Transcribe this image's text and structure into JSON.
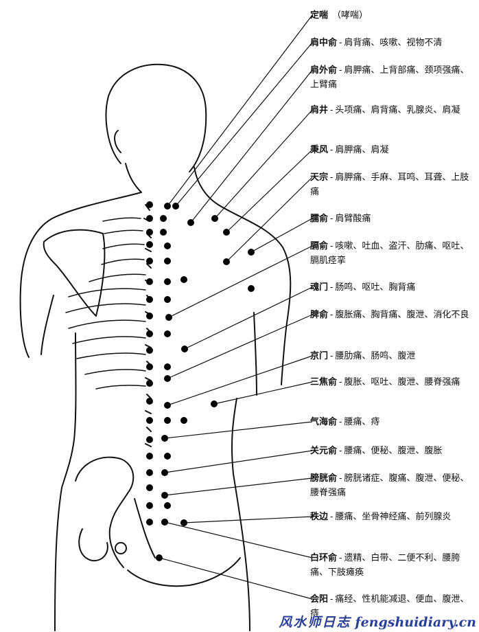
{
  "acupoints": [
    {
      "name": "定喘",
      "desc": "（哮喘）",
      "sep": ""
    },
    {
      "name": "肩中俞",
      "desc": "肩背痛、咳嗽、视物不清",
      "sep": "-"
    },
    {
      "name": "肩外俞",
      "desc": "肩胛痛、上背部痛、颈项强痛、上臂痛",
      "sep": "-"
    },
    {
      "name": "肩井",
      "desc": "头项痛、肩背痛、乳腺炎、肩凝",
      "sep": "-"
    },
    {
      "name": "秉风",
      "desc": "肩胛痛、肩凝",
      "sep": "-"
    },
    {
      "name": "天宗",
      "desc": "肩胛痛、手麻、耳鸣、耳聋、上肢痛",
      "sep": "-"
    },
    {
      "name": "臑俞",
      "desc": "肩臂酸痛",
      "sep": "-"
    },
    {
      "name": "膈俞",
      "desc": "咳嗽、吐血、盗汗、肋痛、呕吐、膈肌痉挛",
      "sep": "-"
    },
    {
      "name": "魂门",
      "desc": "肠鸣、呕吐、胸背痛",
      "sep": "-"
    },
    {
      "name": "脾俞",
      "desc": "腹胀痛、胸背痛、腹泄、消化不良",
      "sep": "-"
    },
    {
      "name": "京门",
      "desc": "腰肋痛、肠鸣、腹泄",
      "sep": "-"
    },
    {
      "name": "三焦俞",
      "desc": "腹胀、呕吐、腹泄、腰脊强痛",
      "sep": "-"
    },
    {
      "name": "气海俞",
      "desc": "腰痛、痔",
      "sep": "-"
    },
    {
      "name": "关元俞",
      "desc": "腰痛、便秘、腹泄、腹胀",
      "sep": "-"
    },
    {
      "name": "膀胱俞",
      "desc": "膀胱诸症、腹痛、腹泄、便秘、腰脊强痛",
      "sep": "-"
    },
    {
      "name": "秩边",
      "desc": "腰痛、坐骨神经痛、前列腺炎",
      "sep": "-"
    },
    {
      "name": "白环俞",
      "desc": "遗精、白带、二便不利、腰胯痛、下肢瘫痪",
      "sep": "-"
    },
    {
      "name": "会阳",
      "desc": "痛经、性机能减退、便血、腹泄、痔",
      "sep": "-"
    }
  ],
  "watermark": {
    "cn": "风水师日志",
    "en": "fengshuidiary.cn",
    "color": "#2a3f96"
  },
  "colors": {
    "line": "#111111",
    "dot": "#000000"
  }
}
